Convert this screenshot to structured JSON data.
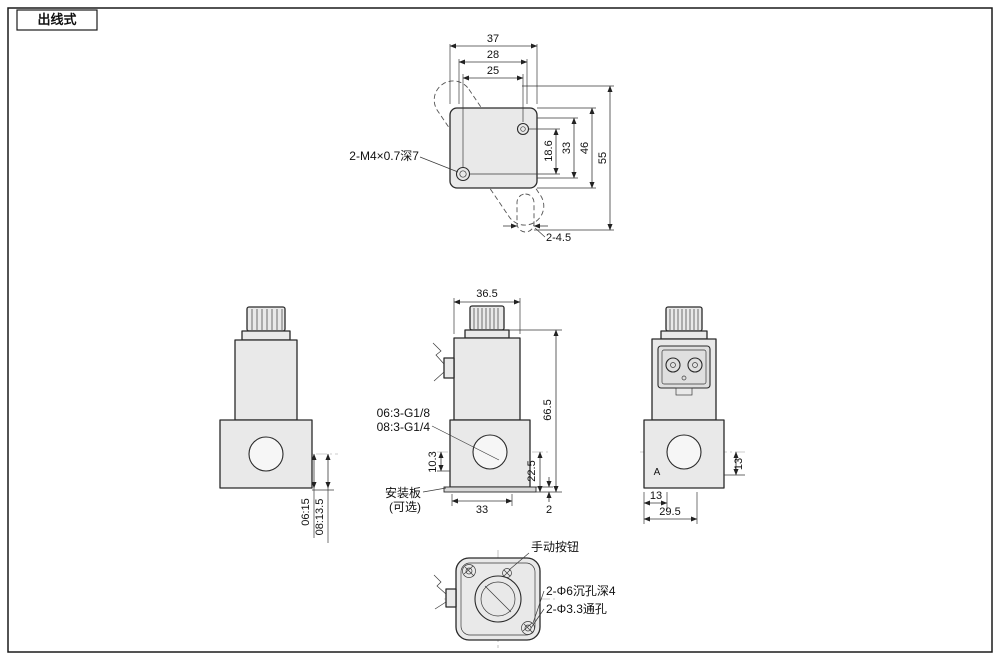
{
  "title": "出线式",
  "top_view": {
    "dim_width_outer": "37",
    "dim_width_mid": "28",
    "dim_width_inner": "25",
    "thread_label": "2-M4×0.7深7",
    "dim_hole_span": "18.6",
    "dim_body_mid": "33",
    "dim_body": "46",
    "dim_overall": "55",
    "slot_label": "2-4.5"
  },
  "left_view": {
    "dim_port_06": "06:15",
    "dim_port_08": "08:13.5"
  },
  "front_view": {
    "dim_width": "36.5",
    "dim_height": "66.5",
    "dim_base_height": "22.5",
    "dim_offset": "10.3",
    "port_label_06": "06:3-G1/8",
    "port_label_08": "08:3-G1/4",
    "plate_label_line1": "安装板",
    "plate_label_line2": "(可选)",
    "dim_base_width": "33",
    "dim_plate_thickness": "2"
  },
  "right_view": {
    "face_label": "A",
    "dim_side": "13",
    "dim_bottom_left": "13",
    "dim_bottom_overall": "29.5"
  },
  "bottom_view": {
    "button_label": "手动按钮",
    "counterbore_label": "2-Φ6沉孔深4",
    "through_hole_label": "2-Φ3.3通孔"
  }
}
